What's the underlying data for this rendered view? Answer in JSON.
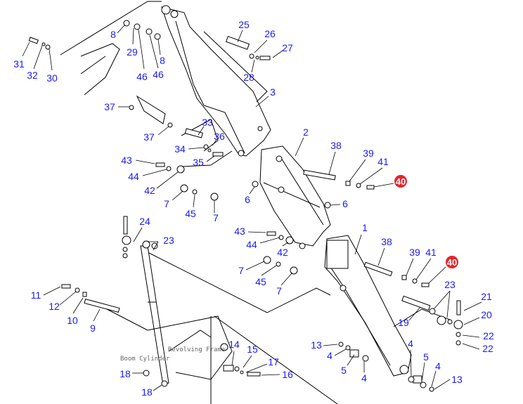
{
  "title": "Boom assembly parts diagram",
  "captions": {
    "revolving_frame": "Revolving Frame",
    "boom_cylinder": "Boom Cylinder"
  },
  "highlight_color": "#e8232a",
  "callouts": [
    "25",
    "26",
    "27",
    "28",
    "8",
    "29",
    "8",
    "46",
    "46",
    "31",
    "32",
    "30",
    "3",
    "37",
    "37",
    "33",
    "36",
    "34",
    "35",
    "43",
    "44",
    "42",
    "2",
    "38",
    "39",
    "41",
    "40",
    "6",
    "6",
    "7",
    "45",
    "7",
    "24",
    "23",
    "43",
    "44",
    "42",
    "1",
    "38",
    "39",
    "41",
    "40",
    "7",
    "45",
    "7",
    "11",
    "12",
    "10",
    "9",
    "23",
    "21",
    "20",
    "19",
    "22",
    "22",
    "13",
    "4",
    "5",
    "4",
    "14",
    "15",
    "17",
    "16",
    "18",
    "18",
    "4",
    "5",
    "4",
    "13"
  ]
}
